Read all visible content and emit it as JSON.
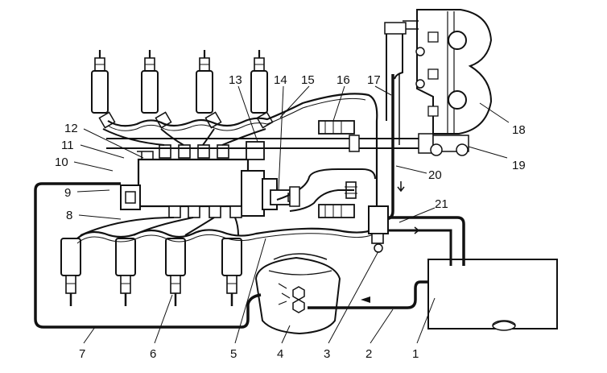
{
  "callouts": [
    "1",
    "2",
    "3",
    "4",
    "5",
    "6",
    "7",
    "8",
    "9",
    "10",
    "11",
    "12",
    "13",
    "14",
    "15",
    "16",
    "17",
    "18",
    "19",
    "20",
    "21"
  ],
  "colors": {
    "ink": "#111111",
    "fill": "#ffffff",
    "tint": "#e6e6e6"
  }
}
